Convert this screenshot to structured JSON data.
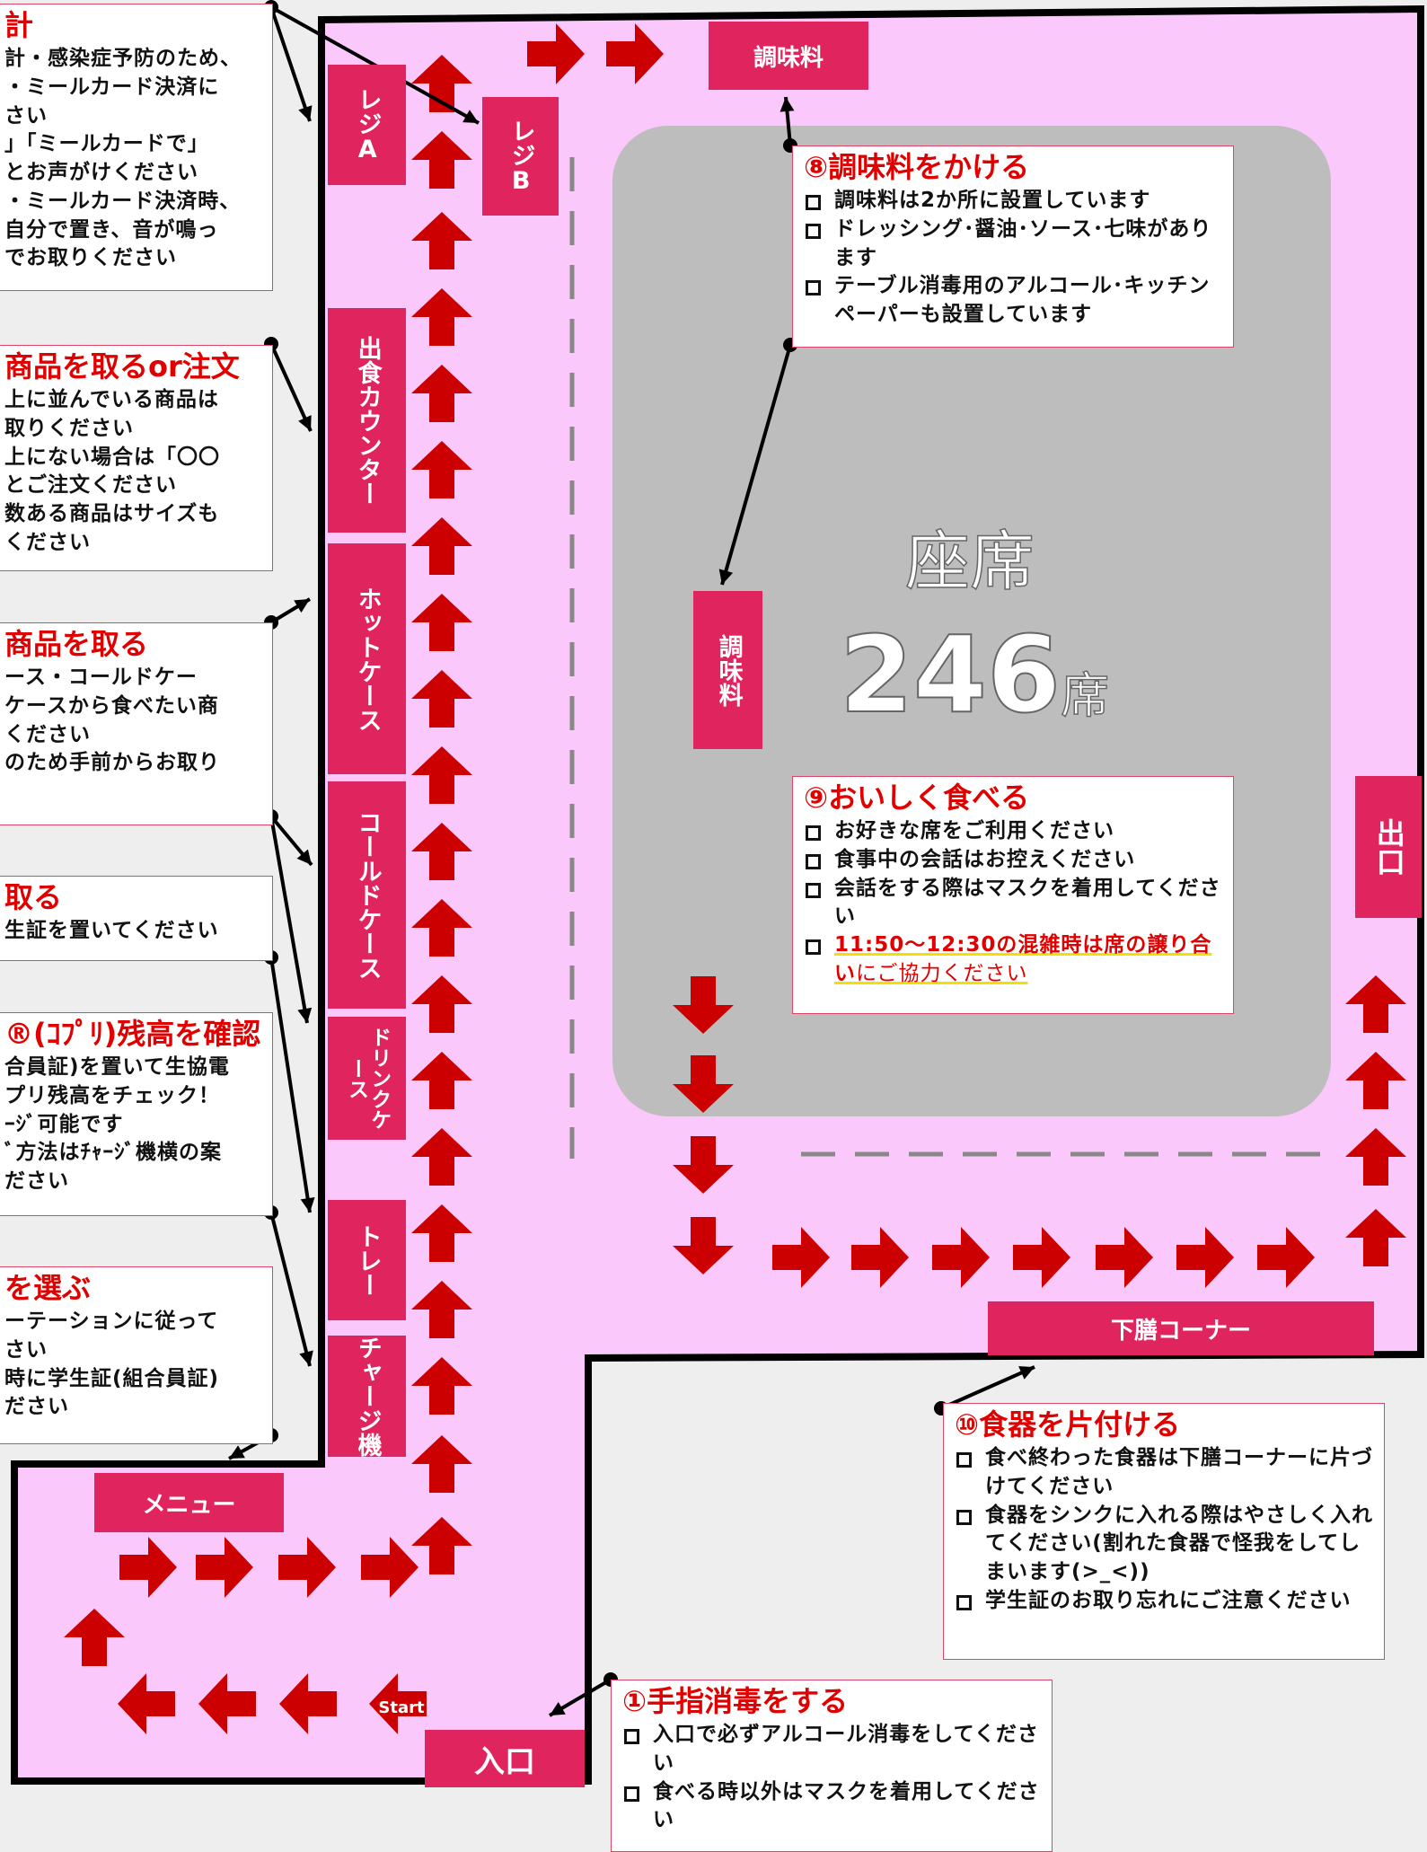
{
  "colors": {
    "floor": "#fbc8fb",
    "seating": "#bdbdbd",
    "label": "#e0245e",
    "arrow": "#cc0000",
    "wall": "#000000"
  },
  "labels": {
    "register_a": "レジA",
    "register_b": "レジB",
    "condiments_top": "調味料",
    "condiments_mid": "調味料",
    "serving_counter": "出食カウンター",
    "hot_case": "ホットケース",
    "cold_case": "コールドケース",
    "drink_case": "ドリンクケース",
    "tray": "トレー",
    "charge_machine": "チャージ機",
    "menu": "メニュー",
    "entrance": "入口",
    "exit": "出口",
    "return_corner": "下膳コーナー",
    "start": "Start"
  },
  "seating": {
    "title": "座席",
    "count": "246",
    "unit": "席"
  },
  "steps": {
    "register": {
      "title": "計",
      "lines": [
        "計・感染症予防のため、",
        "・ミールカード決済に",
        "さい",
        "」「ミールカードで」",
        "とお声がけください",
        "・ミールカード決済時、",
        "自分で置き、音が鳴っ",
        "でお取りください"
      ]
    },
    "serving": {
      "title": "商品を取るor注文",
      "lines": [
        "上に並んでいる商品は",
        "取りください",
        "上にない場合は「〇〇",
        "とご注文ください",
        "数ある商品はサイズも",
        "ください"
      ]
    },
    "hot_cold": {
      "title": "商品を取る",
      "lines": [
        "ース・コールドケー",
        "ケースから食べたい商",
        "ください",
        "のため手前からお取り"
      ]
    },
    "tray": {
      "title": "取る",
      "lines": [
        "生証を置いてください"
      ]
    },
    "balance": {
      "title": "®(ｺﾌﾟﾘ)残高を確認",
      "lines": [
        "合員証)を置いて生協電",
        "プリ残高をチェック！",
        "ｰｼﾞ可能です",
        "ﾞ方法はﾁｬｰｼﾞ機横の案",
        "ださい"
      ]
    },
    "menu": {
      "title": "を選ぶ",
      "lines": [
        "ーテーションに従って",
        "さい",
        "時に学生証(組合員証)",
        "ださい"
      ]
    },
    "step1": {
      "title": "①手指消毒をする",
      "items": [
        "入口で必ずアルコール消毒をしてください",
        "食べる時以外はマスクを着用してください"
      ]
    },
    "step8": {
      "title": "⑧調味料をかける",
      "items": [
        "調味料は2か所に設置しています",
        "ドレッシング･醤油･ソース･七味があります",
        "テーブル消毒用のアルコール･キッチンペーパーも設置しています"
      ]
    },
    "step9": {
      "title": "⑨おいしく食べる",
      "items": [
        "お好きな席をご利用ください",
        "食事中の会話はお控えください",
        "会話をする際はマスクを着用してください"
      ],
      "highlight_bold": "11:50～12:30の混雑時は席の譲り合い",
      "highlight_rest": "にご協力ください"
    },
    "step10": {
      "title": "⑩食器を片付ける",
      "items": [
        "食べ終わった食器は下膳コーナーに片づけてください",
        "食器をシンクに入れる際はやさしく入れてください(割れた食器で怪我をしてしまいます(>_<))",
        "学生証のお取り忘れにご注意ください"
      ]
    }
  }
}
